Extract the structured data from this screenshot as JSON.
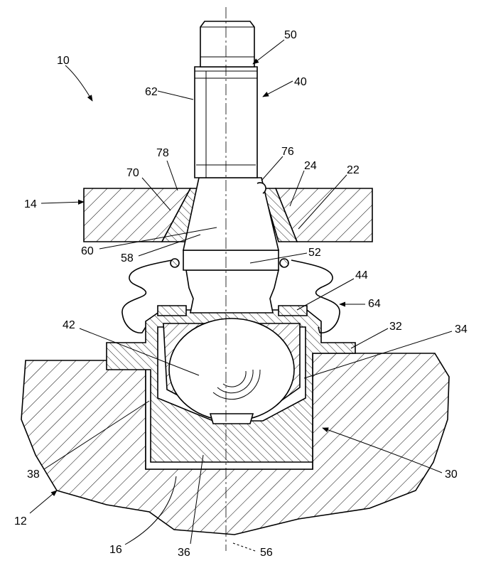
{
  "figure": {
    "labels": {
      "r10": "10",
      "r12": "12",
      "r14": "14",
      "r16": "16",
      "r22": "22",
      "r24": "24",
      "r30": "30",
      "r32": "32",
      "r34": "34",
      "r36": "36",
      "r38": "38",
      "r40": "40",
      "r42": "42",
      "r44": "44",
      "r50": "50",
      "r52": "52",
      "r56": "56",
      "r58": "58",
      "r60": "60",
      "r62": "62",
      "r64": "64",
      "r70": "70",
      "r76": "76",
      "r78": "78"
    }
  }
}
